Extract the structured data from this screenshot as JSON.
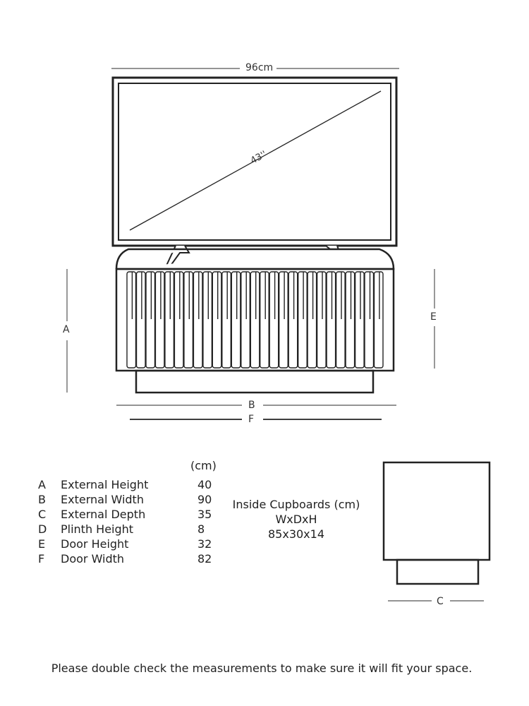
{
  "diagram": {
    "tv_width": "96cm",
    "tv_diagonal": "43''",
    "dim_labels": {
      "a": "A",
      "b": "B",
      "e": "E",
      "f": "F",
      "c": "C"
    }
  },
  "table": {
    "unit_header": "(cm)",
    "rows": [
      {
        "code": "A",
        "name": "External Height",
        "value": "40"
      },
      {
        "code": "B",
        "name": "External Width",
        "value": "90"
      },
      {
        "code": "C",
        "name": "External Depth",
        "value": "35"
      },
      {
        "code": "D",
        "name": "Plinth Height",
        "value": "8"
      },
      {
        "code": "E",
        "name": "Door Height",
        "value": "32"
      },
      {
        "code": "F",
        "name": "Door Width",
        "value": "82"
      }
    ]
  },
  "cupboards": {
    "title": "Inside Cupboards (cm)",
    "format": "WxDxH",
    "dims": "85x30x14"
  },
  "footer": {
    "note": "Please double check the measurements to make sure it will fit your space."
  },
  "colors": {
    "line": "#222222",
    "dim_line": "#555555",
    "text": "#222222"
  }
}
